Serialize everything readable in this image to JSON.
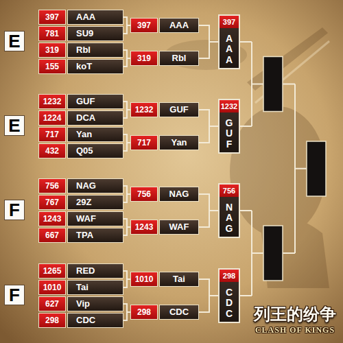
{
  "diagram": {
    "nodes": [
      {
        "text": [
          "E"
        ]
      },
      {
        "text": [
          "397",
          "AAA"
        ]
      },
      {
        "text": [
          "781",
          "SU9"
        ]
      },
      {
        "text": [
          "319",
          "Rbl"
        ]
      },
      {
        "text": [
          "155",
          "koT"
        ]
      },
      {
        "text": [
          "E"
        ]
      },
      {
        "text": [
          "1232",
          "GUF"
        ]
      },
      {
        "text": [
          "1224",
          "DCA"
        ]
      },
      {
        "text": [
          "717",
          "Yan"
        ]
      },
      {
        "text": [
          "432",
          "Q05"
        ]
      },
      {
        "text": [
          "F"
        ]
      },
      {
        "text": [
          "756",
          "NAG"
        ]
      },
      {
        "text": [
          "767",
          "29Z"
        ]
      },
      {
        "text": [
          "1243",
          "WAF"
        ]
      },
      {
        "text": [
          "667",
          "TPA"
        ]
      },
      {
        "text": [
          "F"
        ]
      },
      {
        "text": [
          "1265",
          "RED"
        ]
      },
      {
        "text": [
          "1010",
          "Tai"
        ]
      },
      {
        "text": [
          "627",
          "Vip"
        ]
      },
      {
        "text": [
          "298",
          "CDC"
        ]
      },
      {
        "text": [
          "397",
          "AAA"
        ]
      },
      {
        "text": [
          "319",
          "Rbl"
        ]
      },
      {
        "text": [
          "1232",
          "GUF"
        ]
      },
      {
        "text": [
          "717",
          "Yan"
        ]
      },
      {
        "text": [
          "756",
          "NAG"
        ]
      },
      {
        "text": [
          "1243",
          "WAF"
        ]
      },
      {
        "text": [
          "1010",
          "Tai"
        ]
      },
      {
        "text": [
          "298",
          "CDC"
        ]
      },
      {
        "text": [
          "397",
          "AAA"
        ]
      },
      {
        "text": [
          "1232",
          "GUF"
        ]
      },
      {
        "text": [
          "756",
          "NAG"
        ]
      },
      {
        "text": [
          "298",
          "CDC"
        ]
      }
    ],
    "edges": [
      {
        "from": 1,
        "to": 20,
        "arrow": "none"
      },
      {
        "from": 2,
        "to": 20,
        "arrow": "none"
      },
      {
        "from": 3,
        "to": 21,
        "arrow": "none"
      },
      {
        "from": 4,
        "to": 21,
        "arrow": "none"
      },
      {
        "from": 6,
        "to": 22,
        "arrow": "none"
      },
      {
        "from": 7,
        "to": 22,
        "arrow": "none"
      },
      {
        "from": 8,
        "to": 23,
        "arrow": "none"
      },
      {
        "from": 9,
        "to": 23,
        "arrow": "none"
      },
      {
        "from": 11,
        "to": 24,
        "arrow": "none"
      },
      {
        "from": 12,
        "to": 24,
        "arrow": "none"
      },
      {
        "from": 13,
        "to": 25,
        "arrow": "none"
      },
      {
        "from": 14,
        "to": 25,
        "arrow": "none"
      },
      {
        "from": 16,
        "to": 26,
        "arrow": "none"
      },
      {
        "from": 17,
        "to": 26,
        "arrow": "none"
      },
      {
        "from": 18,
        "to": 27,
        "arrow": "none"
      },
      {
        "from": 19,
        "to": 27,
        "arrow": "none"
      },
      {
        "from": 20,
        "to": 28,
        "arrow": "none"
      },
      {
        "from": 21,
        "to": 28,
        "arrow": "none"
      },
      {
        "from": 22,
        "to": 29,
        "arrow": "none"
      },
      {
        "from": 23,
        "to": 29,
        "arrow": "none"
      },
      {
        "from": 24,
        "to": 30,
        "arrow": "none"
      },
      {
        "from": 25,
        "to": 30,
        "arrow": "none"
      },
      {
        "from": 26,
        "to": 31,
        "arrow": "none"
      },
      {
        "from": 27,
        "to": 31,
        "arrow": "none"
      }
    ],
    "labels": [
      "列王的纷争",
      "CLASH OF KINGS"
    ]
  }
}
